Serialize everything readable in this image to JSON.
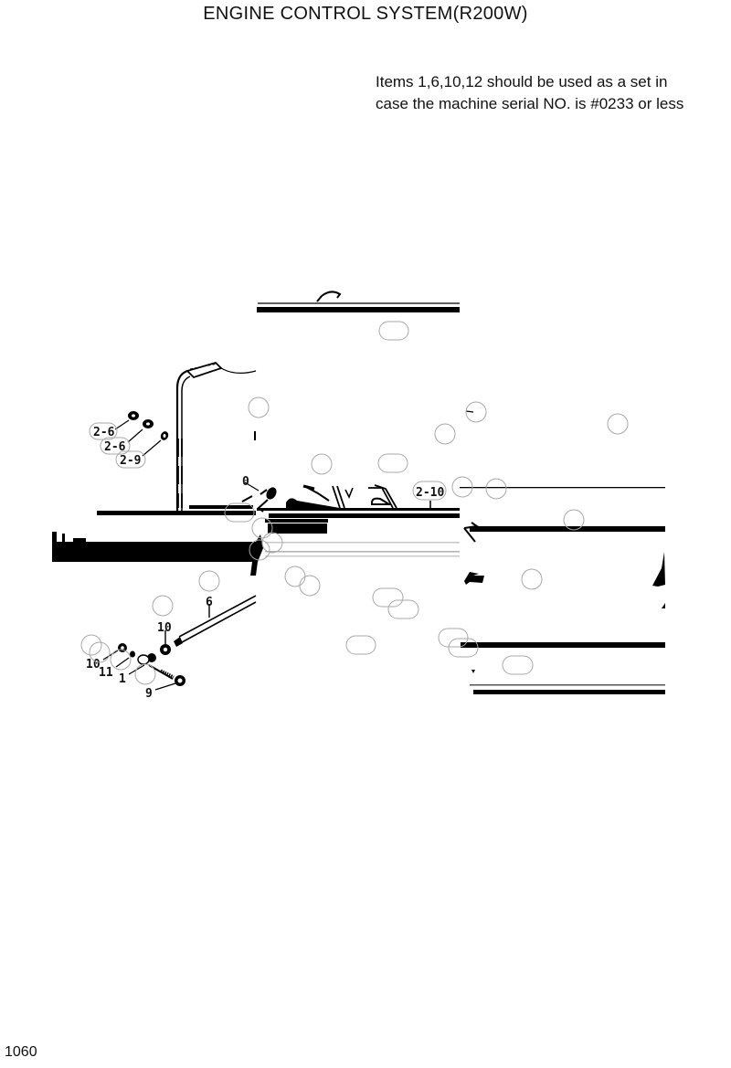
{
  "page": {
    "title": "ENGINE CONTROL SYSTEM(R200W)",
    "note_lines": [
      "Items 1,6,10,12 should be used as a set in",
      "case the machine serial NO. is #0233 or less"
    ],
    "page_number": "1060"
  },
  "diagram": {
    "part_labels": [
      {
        "id": "lbl-2-6-a",
        "text": "2-6"
      },
      {
        "id": "lbl-2-6-b",
        "text": "2-6"
      },
      {
        "id": "lbl-2-9",
        "text": "2-9"
      },
      {
        "id": "lbl-2-10",
        "text": "2-10"
      },
      {
        "id": "lbl-6",
        "text": "6"
      },
      {
        "id": "lbl-10-a",
        "text": "10"
      },
      {
        "id": "lbl-10-b",
        "text": "10"
      },
      {
        "id": "lbl-11",
        "text": "11"
      },
      {
        "id": "lbl-1",
        "text": "1"
      },
      {
        "id": "lbl-9",
        "text": "9"
      },
      {
        "id": "lbl-0",
        "text": "0"
      }
    ],
    "colors": {
      "line": "#000000",
      "hotspot_outline": "#a8a8a8",
      "background": "#ffffff"
    }
  }
}
